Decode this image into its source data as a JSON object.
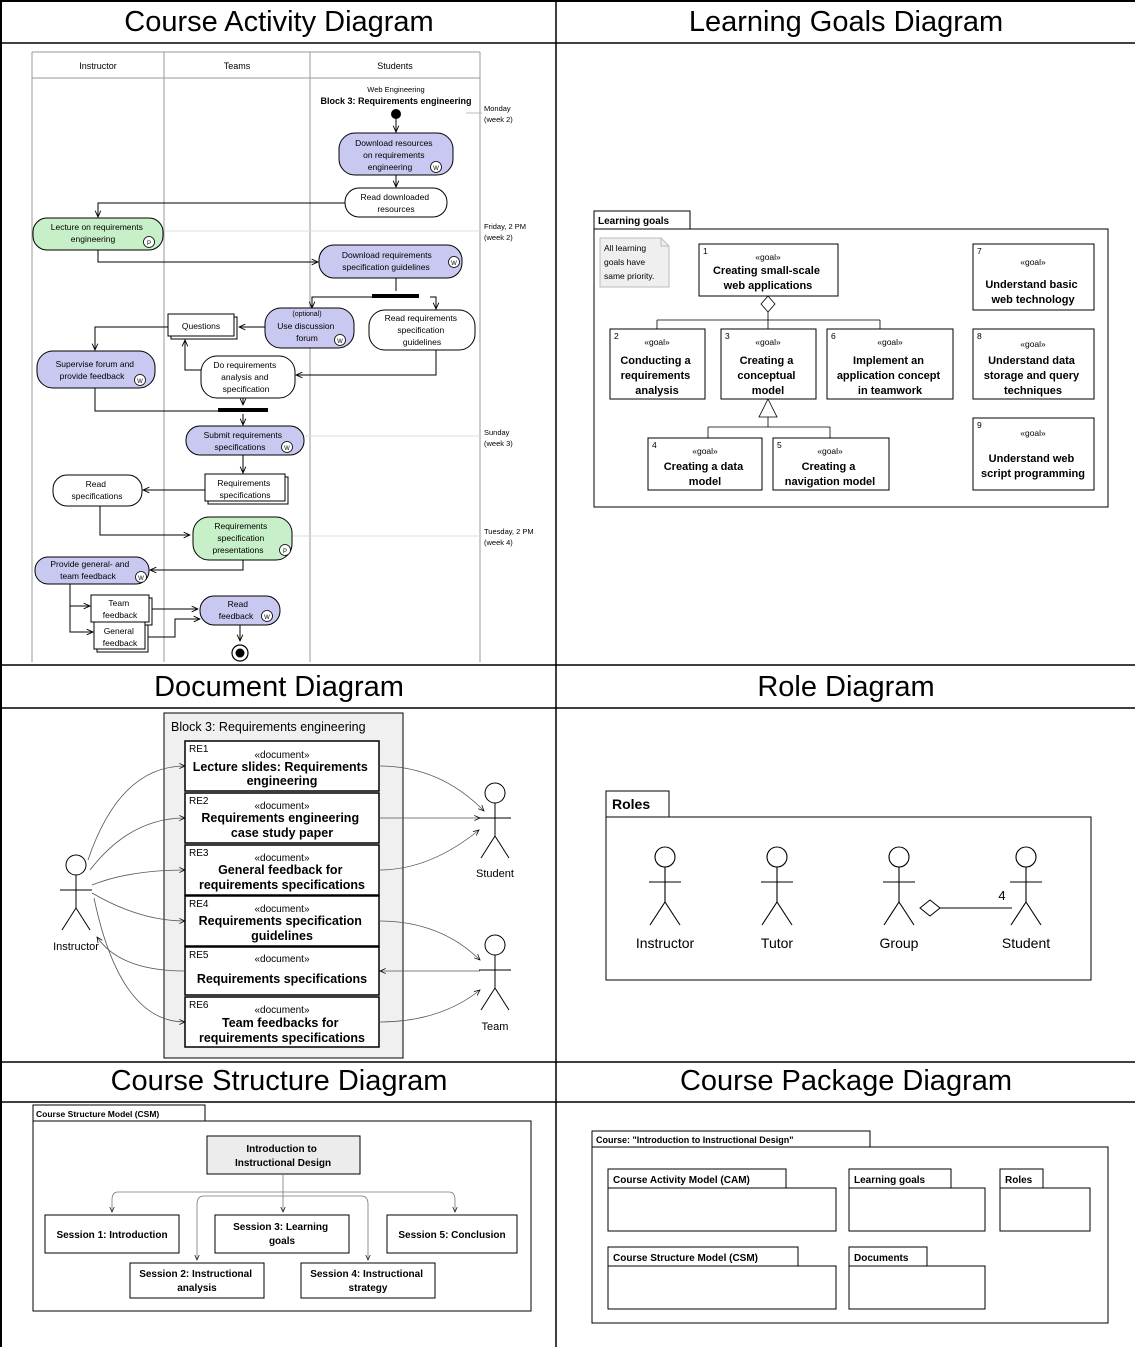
{
  "headers": {
    "course_activity": "Course Activity Diagram",
    "learning_goals": "Learning Goals Diagram",
    "document": "Document Diagram",
    "role": "Role Diagram",
    "course_structure": "Course Structure Diagram",
    "course_package": "Course Package Diagram"
  },
  "activity": {
    "lanes": [
      "Instructor",
      "Teams",
      "Students"
    ],
    "course_name": "Web Engineering",
    "block_title": "Block 3: Requirements engineering",
    "time_marks": [
      [
        "Monday",
        "(week 2)"
      ],
      [
        "Friday, 2 PM",
        "(week 2)"
      ],
      [
        "Sunday",
        "(week 3)"
      ],
      [
        "Tuesday, 2 PM",
        "(week 4)"
      ]
    ],
    "nodes": {
      "download_resources": [
        "Download resources",
        "on requirements",
        "engineering"
      ],
      "read_downloaded": [
        "Read downloaded",
        "resources"
      ],
      "lecture": [
        "Lecture on requirements",
        "engineering"
      ],
      "download_guidelines": [
        "Download requirements",
        "specification guidelines"
      ],
      "use_forum_optional": "(optional)",
      "use_forum": [
        "Use discussion",
        "forum"
      ],
      "read_guidelines": [
        "Read requirements",
        "specification",
        "guidelines"
      ],
      "questions": "Questions",
      "supervise": [
        "Supervise forum and",
        "provide feedback"
      ],
      "do_analysis": [
        "Do requirements",
        "analysis and",
        "specification"
      ],
      "submit": [
        "Submit requirements",
        "specifications"
      ],
      "req_spec_obj": [
        "Requirements",
        "specifications"
      ],
      "read_specs": [
        "Read",
        "specifications"
      ],
      "presentations": [
        "Requirements",
        "specification",
        "presentations"
      ],
      "provide_feedback": [
        "Provide general- and",
        "team feedback"
      ],
      "team_feedback": [
        "Team",
        "feedback"
      ],
      "general_feedback": [
        "General",
        "feedback"
      ],
      "read_feedback": [
        "Read",
        "feedback"
      ]
    },
    "badge_w": "W",
    "badge_p": "P"
  },
  "goals": {
    "package": "Learning goals",
    "note": [
      "All learning",
      "goals have",
      "same priority."
    ],
    "stereotype": "«goal»",
    "items": [
      {
        "num": "1",
        "lines": [
          "Creating small-scale",
          "web applications"
        ]
      },
      {
        "num": "2",
        "lines": [
          "Conducting a",
          "requirements",
          "analysis"
        ]
      },
      {
        "num": "3",
        "lines": [
          "Creating a",
          "conceptual",
          "model"
        ]
      },
      {
        "num": "6",
        "lines": [
          "Implement an",
          "application concept",
          "in teamwork"
        ]
      },
      {
        "num": "4",
        "lines": [
          "Creating a data",
          "model"
        ]
      },
      {
        "num": "5",
        "lines": [
          "Creating a",
          "navigation model"
        ]
      },
      {
        "num": "7",
        "lines": [
          "Understand basic",
          "web technology"
        ]
      },
      {
        "num": "8",
        "lines": [
          "Understand data",
          "storage and query",
          "techniques"
        ]
      },
      {
        "num": "9",
        "lines": [
          "Understand web",
          "script programming"
        ]
      }
    ]
  },
  "documents": {
    "package": "Block 3: Requirements engineering",
    "stereotype": "«document»",
    "items": [
      {
        "id": "RE1",
        "lines": [
          "Lecture slides: Requirements",
          "engineering"
        ]
      },
      {
        "id": "RE2",
        "lines": [
          "Requirements engineering",
          "case study paper"
        ]
      },
      {
        "id": "RE3",
        "lines": [
          "General feedback for",
          "requirements specifications"
        ]
      },
      {
        "id": "RE4",
        "lines": [
          "Requirements specification",
          "guidelines"
        ]
      },
      {
        "id": "RE5",
        "lines": [
          "Requirements specifications"
        ]
      },
      {
        "id": "RE6",
        "lines": [
          "Team feedbacks for",
          "requirements specifications"
        ]
      }
    ],
    "actors": {
      "instructor": "Instructor",
      "student": "Student",
      "team": "Team"
    }
  },
  "roles": {
    "package": "Roles",
    "actors": [
      "Instructor",
      "Tutor",
      "Group",
      "Student"
    ],
    "multiplicity": "4"
  },
  "structure": {
    "package": "Course Structure Model (CSM)",
    "root": [
      "Introduction to",
      "Instructional Design"
    ],
    "sessions": [
      [
        "Session 1: Introduction"
      ],
      [
        "Session 2: Instructional",
        "analysis"
      ],
      [
        "Session 3: Learning",
        "goals"
      ],
      [
        "Session 4: Instructional",
        "strategy"
      ],
      [
        "Session 5: Conclusion"
      ]
    ]
  },
  "package_diagram": {
    "package": "Course: \"Introduction to Instructional Design\"",
    "subpackages": [
      "Course Activity Model (CAM)",
      "Learning goals",
      "Roles",
      "Course Structure Model (CSM)",
      "Documents"
    ]
  },
  "colors": {
    "student_fill": "#c8c8f0",
    "instructor_fill": "#c8f0c8",
    "doc_package": "#f0f0f0",
    "root_fill": "#ececec"
  }
}
